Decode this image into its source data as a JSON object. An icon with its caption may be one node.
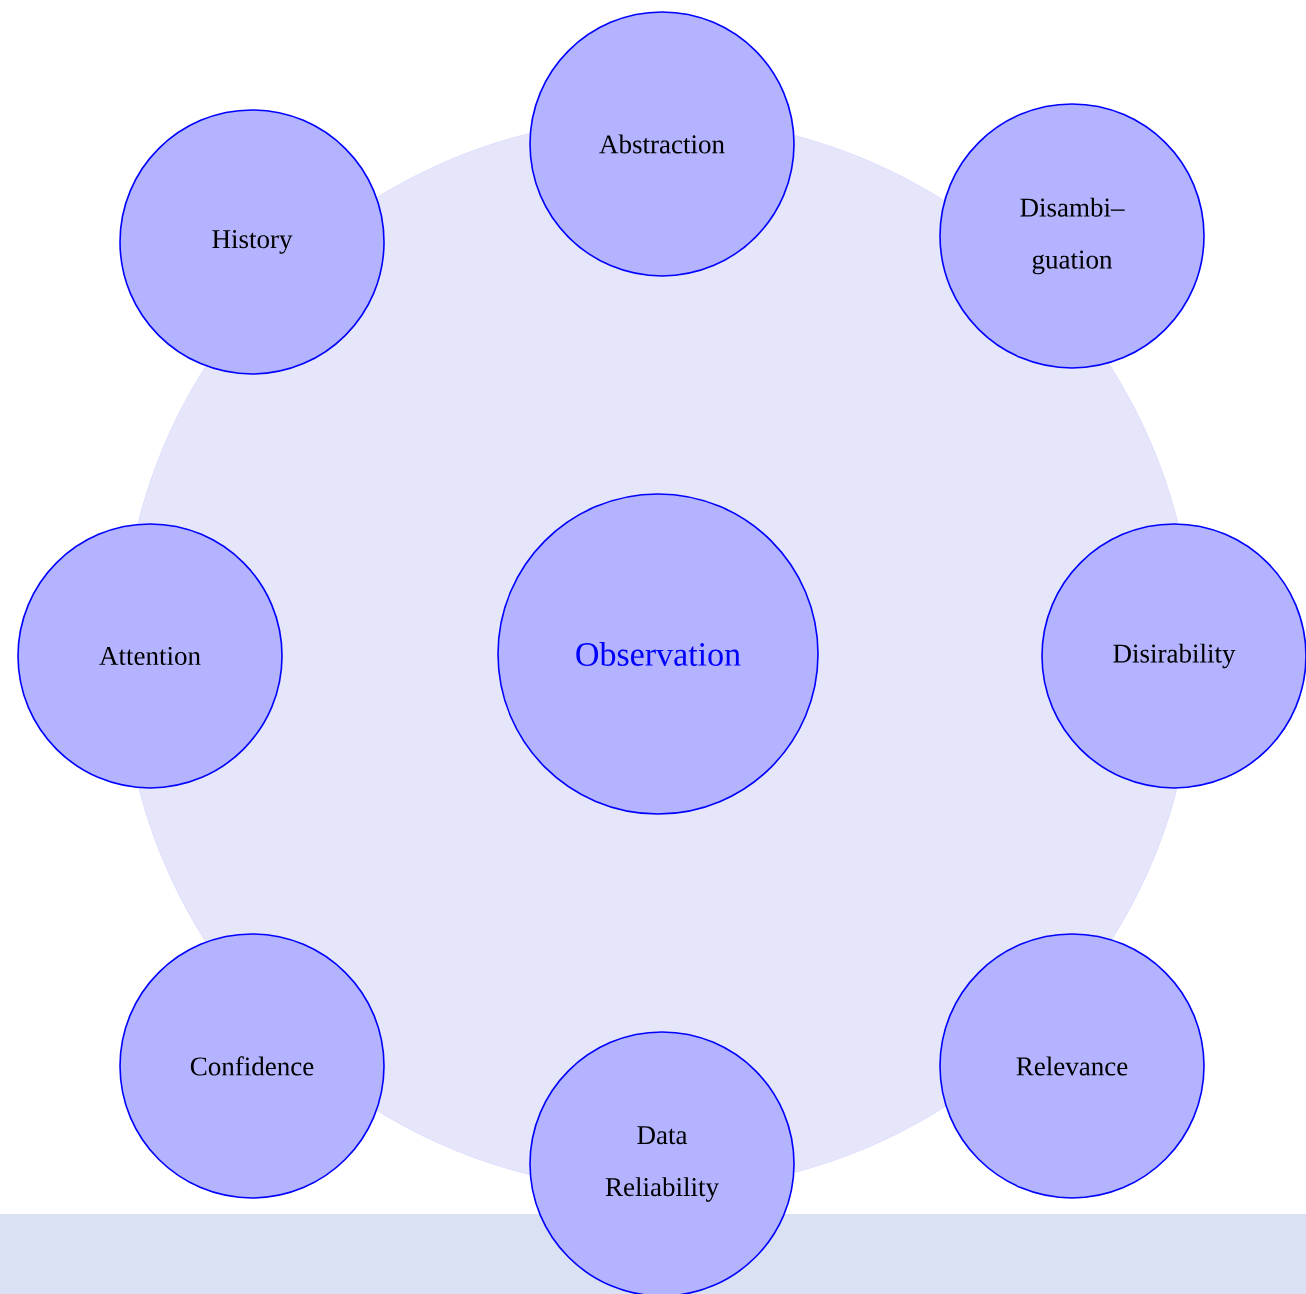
{
  "diagram": {
    "nodes": [
      {
        "text": [
          "Observation"
        ]
      },
      {
        "text": [
          "Abstraction"
        ]
      },
      {
        "text": [
          "Disambi– guation"
        ]
      },
      {
        "text": [
          "Disirability"
        ]
      },
      {
        "text": [
          "Relevance"
        ]
      },
      {
        "text": [
          "Data Reliability"
        ]
      },
      {
        "text": [
          "Confidence"
        ]
      },
      {
        "text": [
          "Attention"
        ]
      },
      {
        "text": [
          "History"
        ]
      }
    ]
  }
}
